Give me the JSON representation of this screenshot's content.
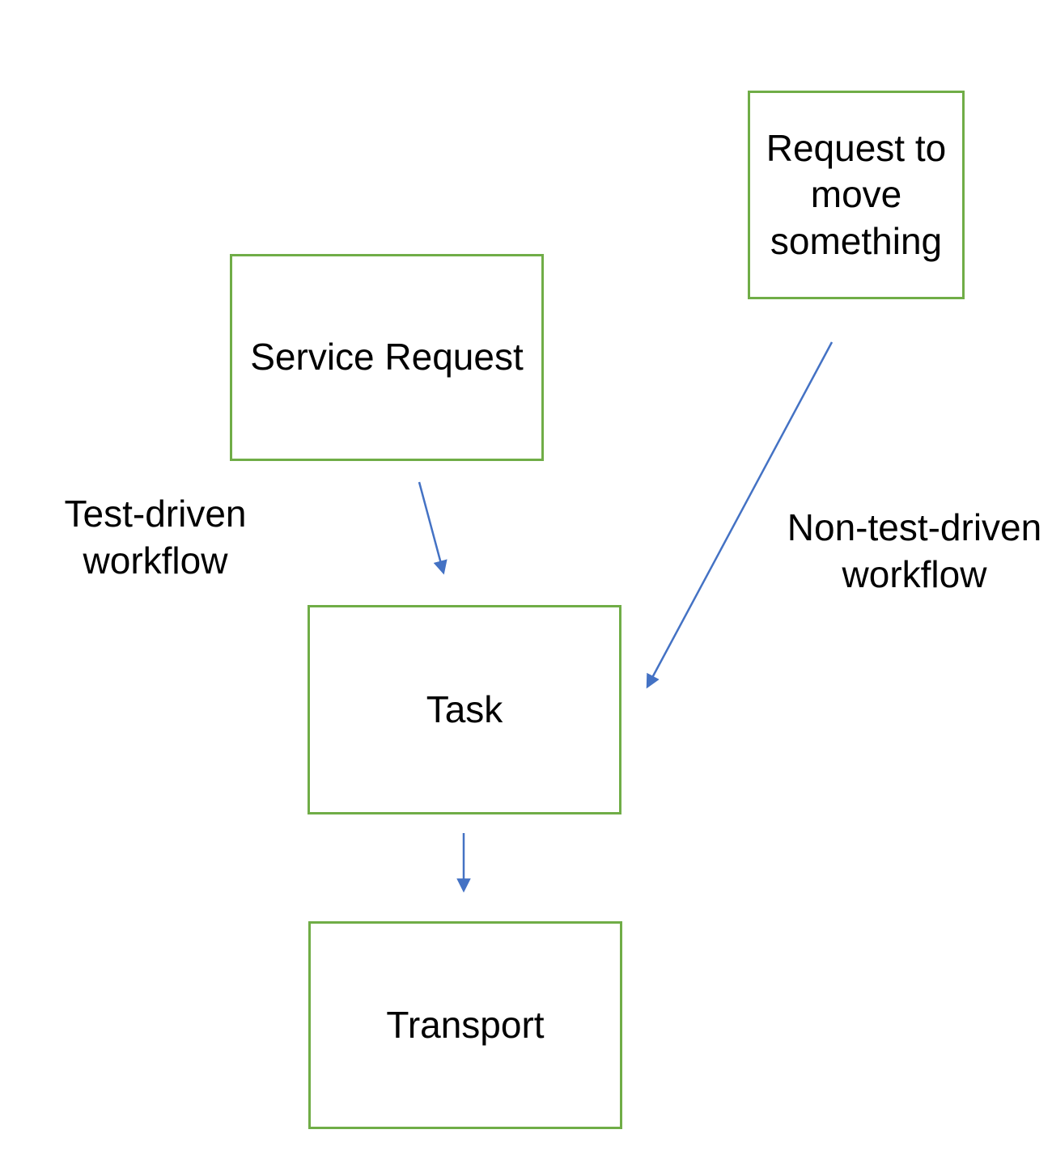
{
  "diagram": {
    "theme": {
      "background": "#FFFFFF",
      "node-border-color": "#70AD47",
      "arrow-color": "#4472C4",
      "text-color": "#000000"
    },
    "nodes": [
      {
        "id": "request-to-move-something",
        "label": "Request to move something"
      },
      {
        "id": "service-request",
        "label": "Service Request"
      },
      {
        "id": "task",
        "label": "Task"
      },
      {
        "id": "transport",
        "label": "Transport"
      }
    ],
    "edges": [
      {
        "from": "service-request",
        "to": "task",
        "label": "Test-driven workflow"
      },
      {
        "from": "request-to-move-something",
        "to": "task",
        "label": "Non-test-driven workflow"
      },
      {
        "from": "task",
        "to": "transport",
        "label": ""
      }
    ]
  }
}
